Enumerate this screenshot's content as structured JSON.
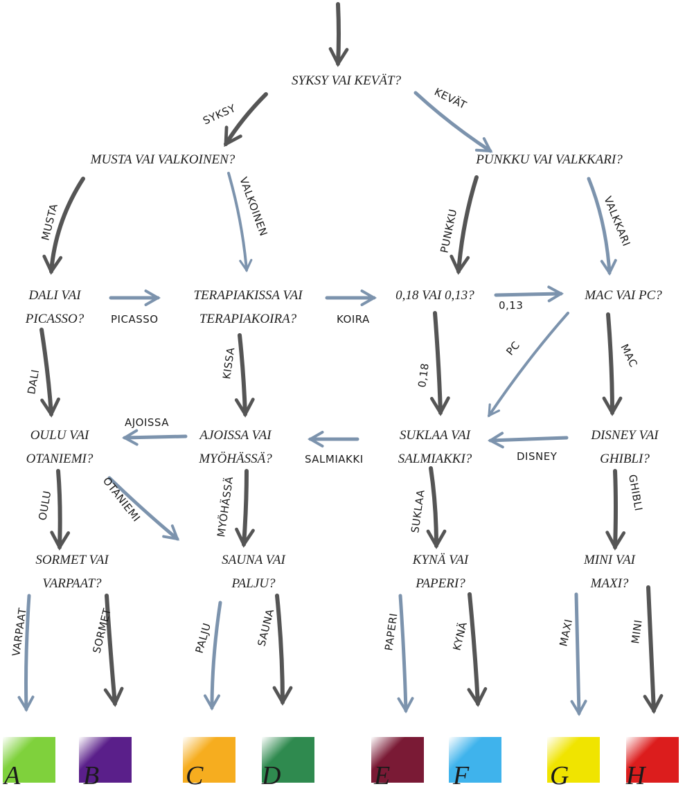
{
  "questions": {
    "q1": "SYKSY VAI KEVÄT?",
    "q2": "MUSTA VAI VALKOINEN?",
    "q3": "PUNKKU VAI VALKKARI?",
    "q4": [
      "DALI VAI",
      "PICASSO?"
    ],
    "q5": [
      "TERAPIAKISSA VAI",
      "TERAPIAKOIRA?"
    ],
    "q6": "0,18 VAI 0,13?",
    "q7": "MAC VAI PC?",
    "q8": [
      "OULU VAI",
      "OTANIEMI?"
    ],
    "q9": [
      "AJOISSA VAI",
      "MYÖHÄSSÄ?"
    ],
    "q10": [
      "SUKLAA VAI",
      "SALMIAKKI?"
    ],
    "q11": [
      "DISNEY VAI",
      "GHIBLI?"
    ],
    "q12": [
      "SORMET VAI",
      "VARPAAT?"
    ],
    "q13": [
      "SAUNA VAI",
      "PALJU?"
    ],
    "q14": [
      "KYNÄ VAI",
      "PAPERI?"
    ],
    "q15": [
      "MINI VAI",
      "MAXI?"
    ]
  },
  "labels": {
    "syksy": "SYKSY",
    "kevat": "KEVÄT",
    "musta": "MUSTA",
    "valkoinen": "VALKOINEN",
    "punkku": "PUNKKU",
    "valkkari": "VALKKARI",
    "picasso": "PICASSO",
    "koira": "KOIRA",
    "v013": "0,13",
    "dali": "DALI",
    "kissa": "KISSA",
    "v018": "0,18",
    "pc": "PC",
    "mac": "MAC",
    "ajoissa": "AJOISSA",
    "salmiakki": "SALMIAKKI",
    "disney": "DISNEY",
    "oulu": "OULU",
    "otaniemi": "OTANIEMI",
    "myohassa": "MYÖHÄSSÄ",
    "suklaa": "SUKLAA",
    "ghibli": "GHIBLI",
    "varpaat": "VARPAAT",
    "sormet": "SORMET",
    "palju": "PALJU",
    "sauna": "SAUNA",
    "paperi": "PAPERI",
    "kyna": "KYNÄ",
    "maxi": "MAXI",
    "mini": "MINI"
  },
  "results": [
    {
      "letter": "A",
      "color": "#7fd13c"
    },
    {
      "letter": "B",
      "color": "#5a1f8a"
    },
    {
      "letter": "C",
      "color": "#f6ad1f"
    },
    {
      "letter": "D",
      "color": "#2f8a4f"
    },
    {
      "letter": "E",
      "color": "#7a1a35"
    },
    {
      "letter": "F",
      "color": "#3fb3ec"
    },
    {
      "letter": "G",
      "color": "#f0e400"
    },
    {
      "letter": "H",
      "color": "#dc1d1d"
    }
  ],
  "colors": {
    "dark_arrow": "#555555",
    "blue_arrow": "#7c93ad"
  }
}
